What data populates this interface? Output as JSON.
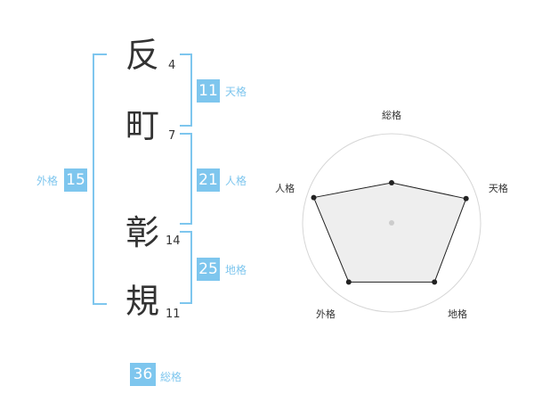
{
  "name_chars": [
    {
      "char": "反",
      "strokes": "4"
    },
    {
      "char": "町",
      "strokes": "7"
    },
    {
      "char": "彰",
      "strokes": "14"
    },
    {
      "char": "規",
      "strokes": "11"
    }
  ],
  "badges": {
    "tenkaku": {
      "value": "11",
      "label": "天格"
    },
    "jinkaku": {
      "value": "21",
      "label": "人格"
    },
    "chikaku": {
      "value": "25",
      "label": "地格"
    },
    "gaikaku": {
      "value": "15",
      "label": "外格"
    },
    "soukaku": {
      "value": "36",
      "label": "総格"
    }
  },
  "colors": {
    "accent": "#7ec6ee",
    "text": "#333333",
    "radar_fill": "#efefef"
  },
  "chart_data": {
    "type": "radar",
    "axes": [
      "総格",
      "天格",
      "地格",
      "外格",
      "人格"
    ],
    "values": [
      0.45,
      0.88,
      0.82,
      0.82,
      0.92
    ],
    "rings": 4,
    "ymax": 1
  }
}
